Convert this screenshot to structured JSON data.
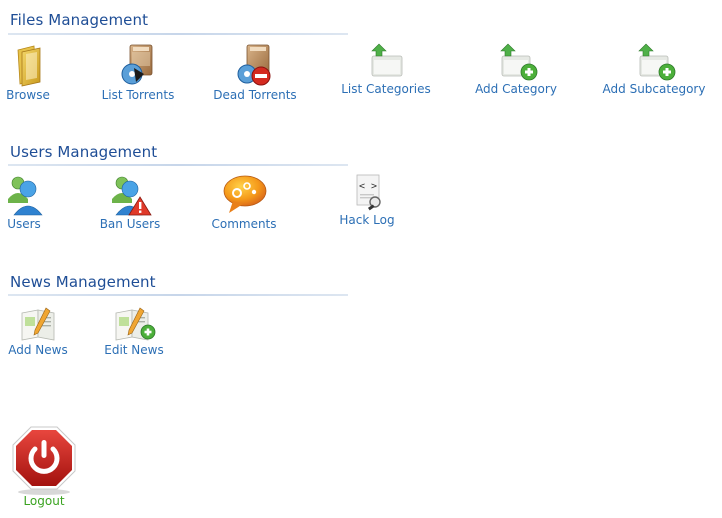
{
  "sections": [
    {
      "title": "Files Management",
      "items": [
        {
          "label": "Browse",
          "icon": "folder-icon"
        },
        {
          "label": "List Torrents",
          "icon": "torrent-package-icon"
        },
        {
          "label": "Dead Torrents",
          "icon": "dead-torrent-icon"
        },
        {
          "label": "List Categories",
          "icon": "folder-up-icon"
        },
        {
          "label": "Add Category",
          "icon": "folder-add-icon"
        },
        {
          "label": "Add Subcategory",
          "icon": "folder-add-icon"
        }
      ]
    },
    {
      "title": "Users Management",
      "items": [
        {
          "label": "Users",
          "icon": "users-icon"
        },
        {
          "label": "Ban Users",
          "icon": "ban-users-icon"
        },
        {
          "label": "Comments",
          "icon": "comment-bubble-icon"
        },
        {
          "label": "Hack Log",
          "icon": "code-document-icon"
        }
      ]
    },
    {
      "title": "News Management",
      "items": [
        {
          "label": "Add News",
          "icon": "news-pencil-icon"
        },
        {
          "label": "Edit News",
          "icon": "news-add-icon"
        }
      ]
    }
  ],
  "logout": {
    "label": "Logout",
    "icon": "power-icon"
  },
  "colors": {
    "section_title": "#1f4e96",
    "link_text": "#2c6fb5",
    "logout_text": "#3aa320",
    "stop_red": "#c8201d",
    "add_green": "#4caf3a"
  }
}
